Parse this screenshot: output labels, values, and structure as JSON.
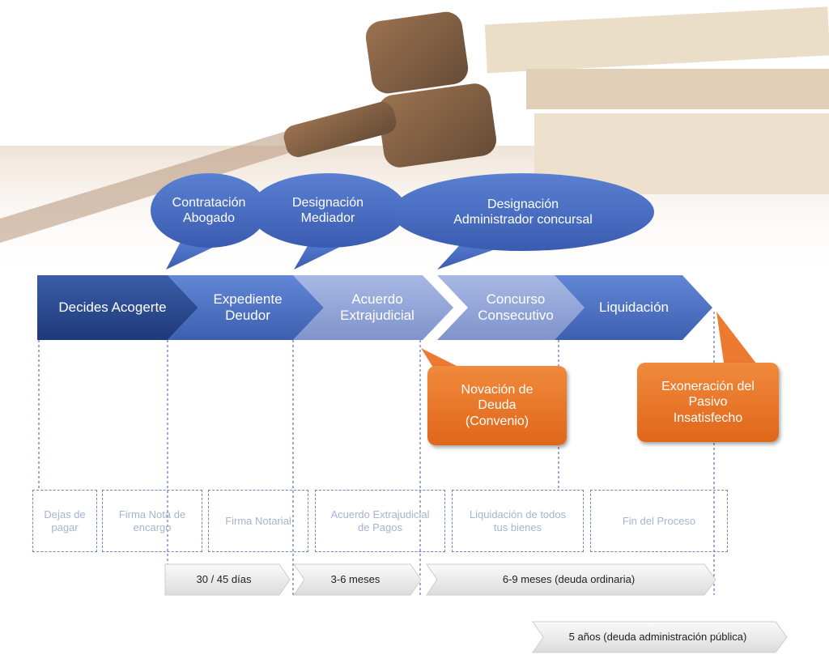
{
  "bubbles": [
    {
      "text": "Contratación\nAbogado"
    },
    {
      "text": "Designación\nMediador"
    },
    {
      "text": "Designación\nAdministrador concursal"
    }
  ],
  "stages": [
    {
      "text": "Decides Acogerte"
    },
    {
      "text": "Expediente\nDeudor"
    },
    {
      "text": "Acuerdo\nExtrajudicial"
    },
    {
      "text": "Concurso\nConsecutivo"
    },
    {
      "text": "Liquidación"
    }
  ],
  "outcomes": [
    {
      "text": "Novación de\nDeuda\n(Convenio)"
    },
    {
      "text": "Exoneración del\nPasivo\nInsatisfecho"
    }
  ],
  "milestones": [
    {
      "text": "Dejas de\npagar"
    },
    {
      "text": "Firma Nota de\nencargo"
    },
    {
      "text": "Firma Notarial"
    },
    {
      "text": "Acuerdo Extrajudicial\nde Pagos"
    },
    {
      "text": "Liquidación de todos\ntus bienes"
    },
    {
      "text": "Fin del Proceso"
    }
  ],
  "durations": [
    {
      "text": "30 / 45 días"
    },
    {
      "text": "3-6 meses"
    },
    {
      "text": "6-9 meses (deuda ordinaria)"
    },
    {
      "text": "5 años (deuda administración pública)"
    }
  ],
  "colors": {
    "dark_blue": "#2d4d96",
    "blue": "#4a70c4",
    "light_blue": "#8ea3d8",
    "orange": "#e8722a"
  }
}
